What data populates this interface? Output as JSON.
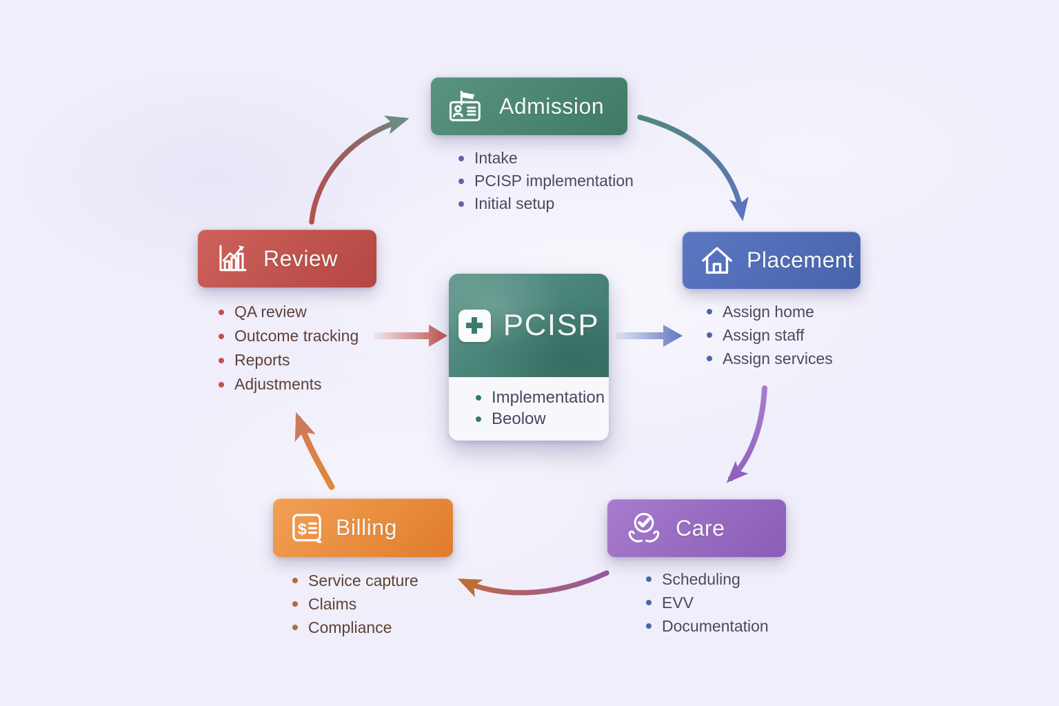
{
  "diagram": {
    "center": {
      "title": "PCISP",
      "icon": "plus-icon",
      "items": [
        "Implementation",
        "Beolow"
      ]
    },
    "nodes": [
      {
        "id": "admission",
        "label": "Admission",
        "icon": "id-badge-flag-icon",
        "color": "#4c8873",
        "items": [
          "Intake",
          "PCISP implementation",
          "Initial setup"
        ]
      },
      {
        "id": "placement",
        "label": "Placement",
        "icon": "house-icon",
        "color": "#5271ba",
        "items": [
          "Assign home",
          "Assign staff",
          "Assign services"
        ]
      },
      {
        "id": "care",
        "label": "Care",
        "icon": "hands-heart-check-icon",
        "color": "#9a6ec4",
        "items": [
          "Scheduling",
          "EVV",
          "Documentation"
        ]
      },
      {
        "id": "billing",
        "label": "Billing",
        "icon": "invoice-dollar-icon",
        "icon_glyph": "$",
        "color": "#ea8c3c",
        "items": [
          "Service capture",
          "Claims",
          "Compliance"
        ]
      },
      {
        "id": "review",
        "label": "Review",
        "icon": "bar-chart-trend-icon",
        "color": "#c05450",
        "items": [
          "QA review",
          "Outcome tracking",
          "Reports",
          "Adjustments"
        ]
      }
    ],
    "colors": {
      "background": "#f0eefa",
      "center_teal": "#4a857a",
      "list_text": "#474a60",
      "billing_list_text": "#5d4334",
      "review_list_text": "#5c3f3b",
      "arrow_blue": "#5b74bd",
      "arrow_red": "#bf524d",
      "arrow_purple": "#9a6ec4",
      "arrow_orange": "#bb6f36"
    }
  }
}
